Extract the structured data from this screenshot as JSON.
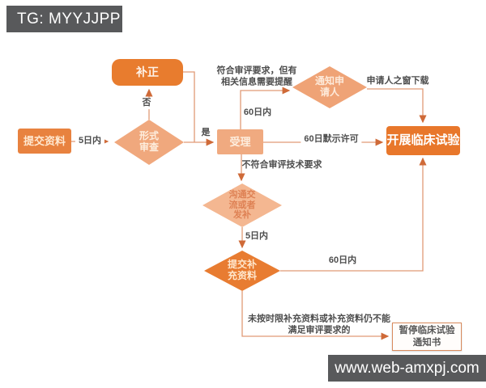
{
  "overlays": {
    "telegram_badge": "TG: MYYJJPP",
    "website_badge": "www.web-amxpj.com"
  },
  "colors": {
    "orange_dark": "#e8772b",
    "orange_mid": "#e8823f",
    "orange_light": "#f0aa80",
    "connector_line": "#e09a76",
    "arrowhead": "#cf6a38",
    "badge_background": "#58595b",
    "edge_label_text": "#4d4d4d"
  },
  "flowchart": {
    "nodes": {
      "submit": "提交资料",
      "correction": "补正",
      "formal_review": "形式\n审查",
      "acceptance": "受理",
      "notify_applicant": "通知申\n请人",
      "start_trial": "开展临床试验",
      "communicate": "沟通交\n流或者\n发补",
      "supplement": "提交补\n充资料",
      "suspend_notice": "暂停临床试验\n通知书"
    },
    "labels": {
      "five_days_1": "5日内",
      "no": "否",
      "yes": "是",
      "meets_note": "符合审评要求，但有\n相关信息需要提醒",
      "sixty_days_1": "60日内",
      "window_download": "申请人之窗下载",
      "tacit_permission": "60日默示许可",
      "not_meet_technical": "不符合审评技术要求",
      "five_days_2": "5日内",
      "sixty_days_2": "60日内",
      "overdue_note": "未按时限补充资料或补充资料仍不能\n满足审评要求的"
    }
  }
}
